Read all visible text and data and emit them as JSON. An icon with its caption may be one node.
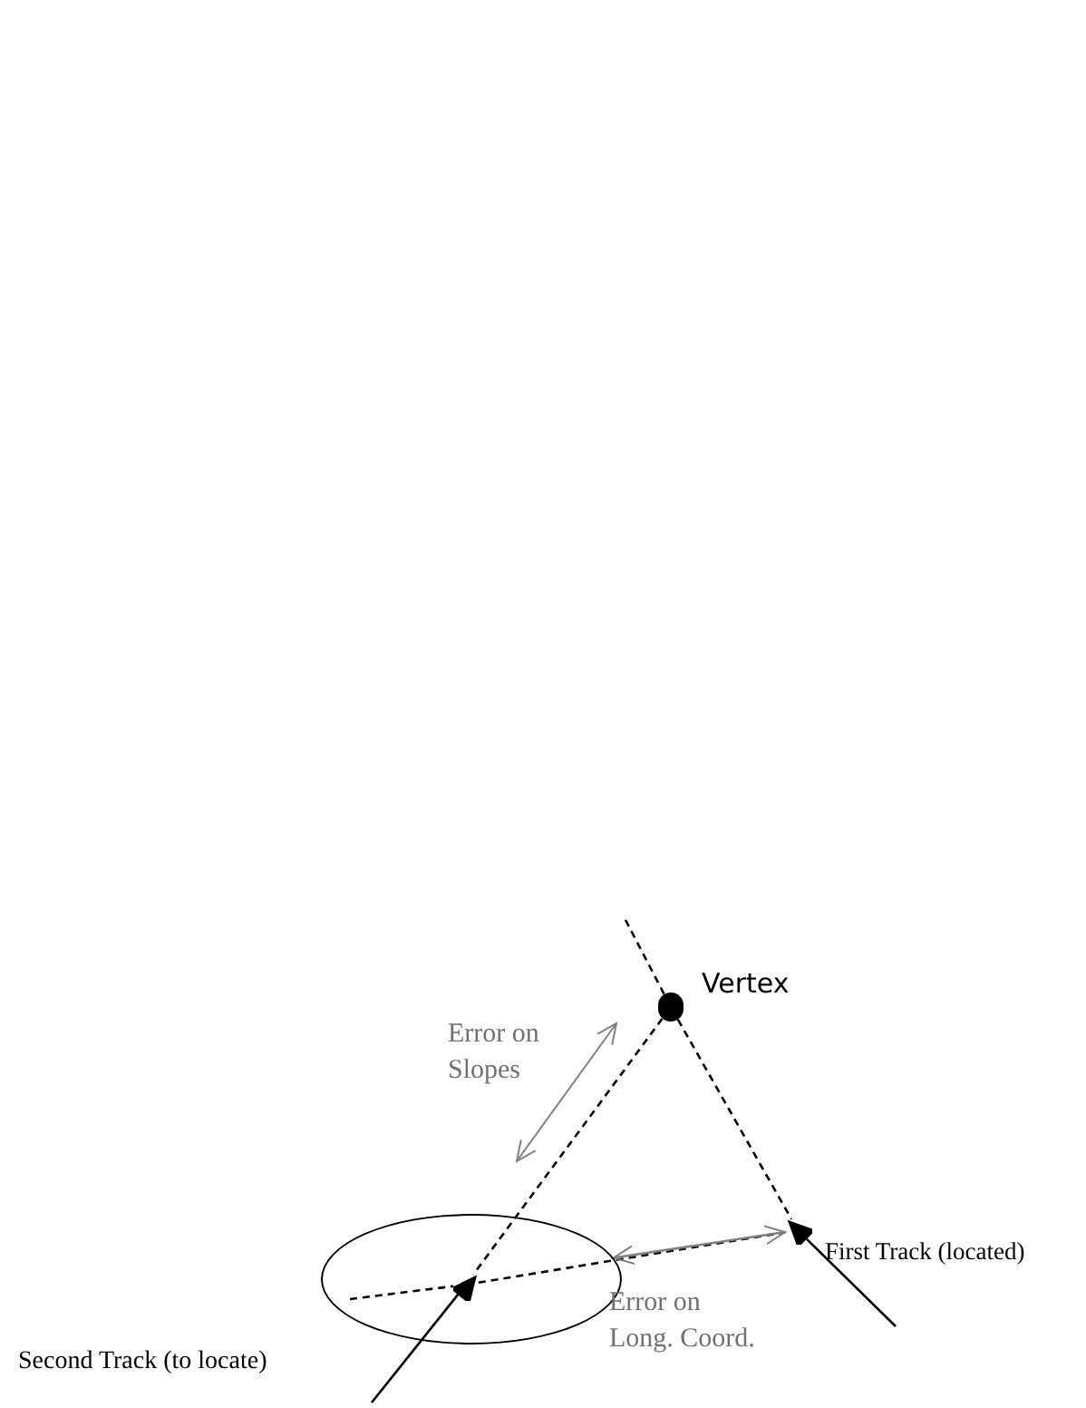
{
  "diagram": {
    "nodes": [
      {
        "text": [],
        "shape": "circle",
        "beside": [
          "Vertex"
        ]
      },
      {
        "text": [],
        "shape": "triangle",
        "beside": [
          "First Track (located)"
        ]
      },
      {
        "text": [],
        "shape": "ellipse"
      },
      {
        "text": [],
        "shape": "triangle",
        "in": 2
      }
    ],
    "edges": [
      {
        "from": null,
        "to": 0,
        "arrow": "none",
        "style": "dashed"
      },
      {
        "from": 0,
        "to": 1,
        "arrow": "none",
        "style": "dashed"
      },
      {
        "from": 0,
        "to": 3,
        "arrow": "none",
        "style": "dashed"
      },
      {
        "from": null,
        "to": 3,
        "arrow": "none",
        "style": "dashed"
      },
      {
        "from": 3,
        "to": 1,
        "arrow": "none",
        "style": "dashed"
      },
      {
        "from": null,
        "to": 1,
        "arrow": "none"
      },
      {
        "from": null,
        "to": 3,
        "arrow": "none"
      },
      {
        "from": 2,
        "to": 1,
        "arrow": "both",
        "color": "#808080"
      }
    ],
    "labels": [
      "Error on Slopes",
      "Error on Long. Coord.",
      "Second Track (to locate)"
    ]
  }
}
